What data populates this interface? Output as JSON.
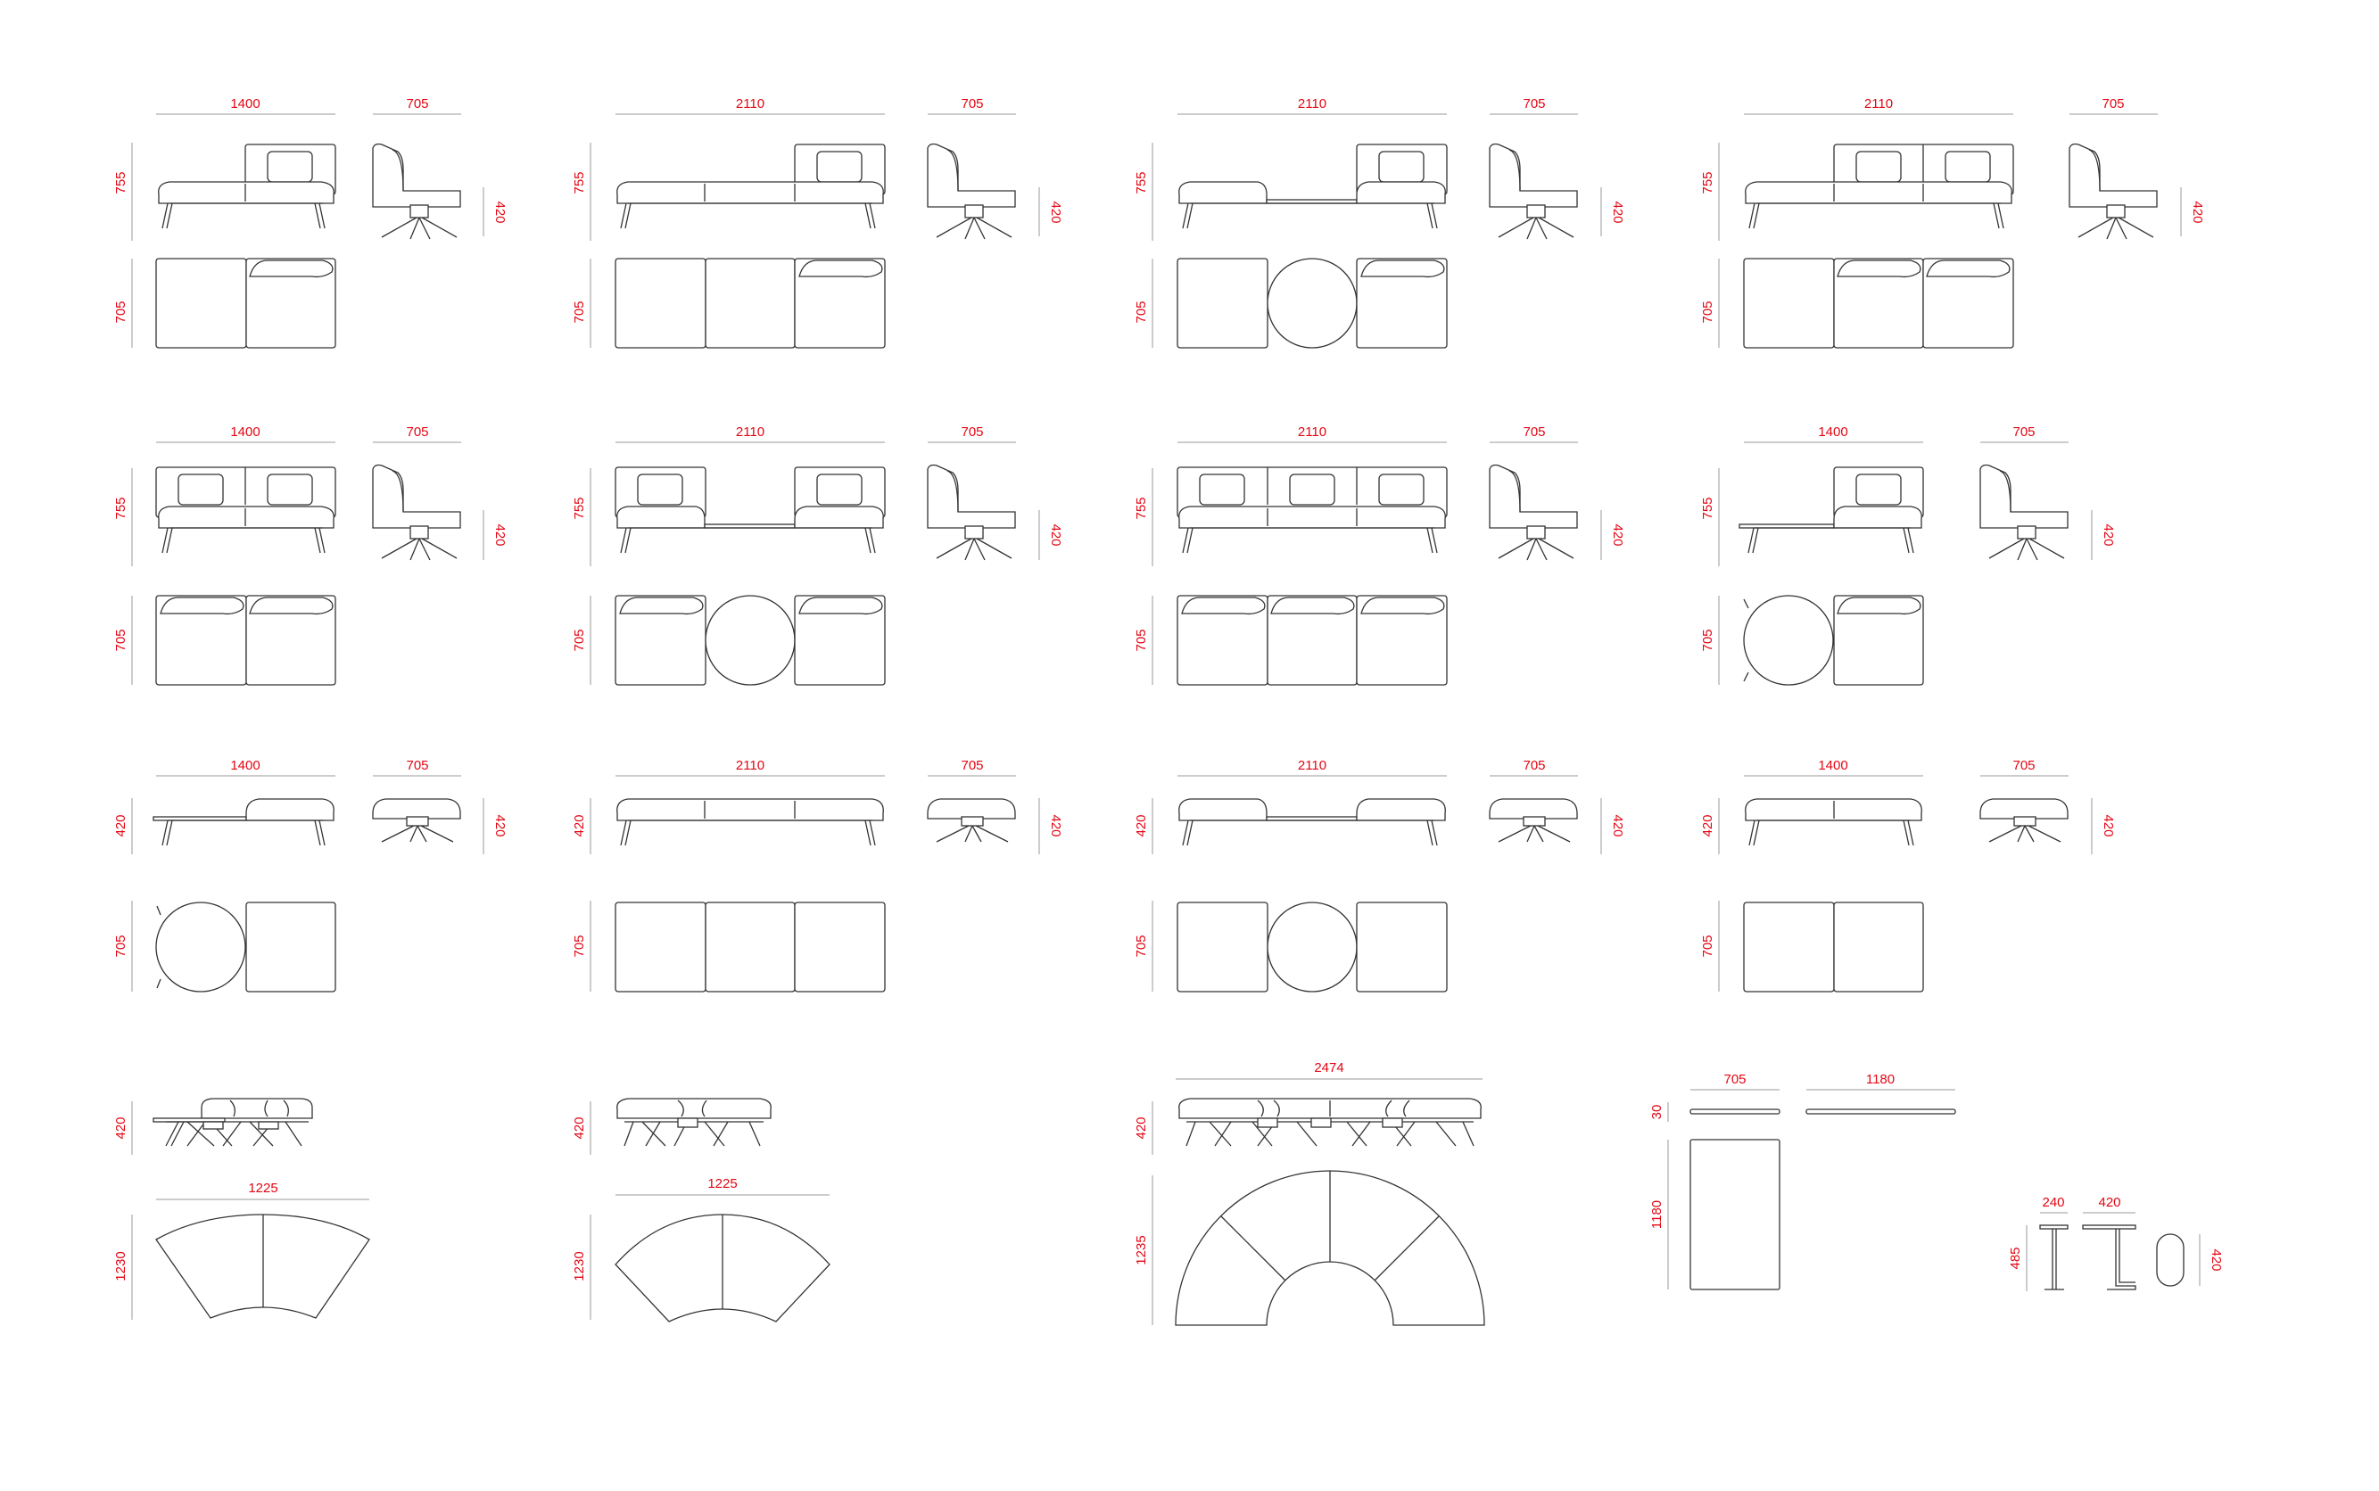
{
  "colors": {
    "dimension_text": "#e30613",
    "line": "#333333",
    "dimension_line": "#999999"
  },
  "rows": [
    [
      {
        "w": "1400",
        "d": "705",
        "h": "755",
        "sh": "420",
        "dp": "705"
      },
      {
        "w": "2110",
        "d": "705",
        "h": "755",
        "sh": "420",
        "dp": "705"
      },
      {
        "w": "2110",
        "d": "705",
        "h": "755",
        "sh": "420",
        "dp": "705"
      },
      {
        "w": "2110",
        "d": "705",
        "h": "755",
        "sh": "420",
        "dp": "705"
      }
    ],
    [
      {
        "w": "1400",
        "d": "705",
        "h": "755",
        "sh": "420",
        "dp": "705"
      },
      {
        "w": "2110",
        "d": "705",
        "h": "755",
        "sh": "420",
        "dp": "705"
      },
      {
        "w": "2110",
        "d": "705",
        "h": "755",
        "sh": "420",
        "dp": "705"
      },
      {
        "w": "1400",
        "d": "705",
        "h": "755",
        "sh": "420",
        "dp": "705"
      }
    ],
    [
      {
        "w": "1400",
        "d": "705",
        "h": "420",
        "sh": "420",
        "dp": "705"
      },
      {
        "w": "2110",
        "d": "705",
        "h": "420",
        "sh": "420",
        "dp": "705"
      },
      {
        "w": "2110",
        "d": "705",
        "h": "420",
        "sh": "420",
        "dp": "705"
      },
      {
        "w": "1400",
        "d": "705",
        "h": "420",
        "sh": "420",
        "dp": "705"
      }
    ]
  ],
  "curved": [
    {
      "h": "420",
      "w": "1225",
      "dp": "1230"
    },
    {
      "h": "420",
      "w": "1225",
      "dp": "1230"
    },
    {
      "w": "2474",
      "h": "420",
      "dp": "1235"
    }
  ],
  "table": {
    "w": "705",
    "len": "1180",
    "t": "30",
    "dp": "1180"
  },
  "side_table": {
    "w1": "240",
    "w2": "420",
    "h": "485",
    "dp": "420"
  }
}
